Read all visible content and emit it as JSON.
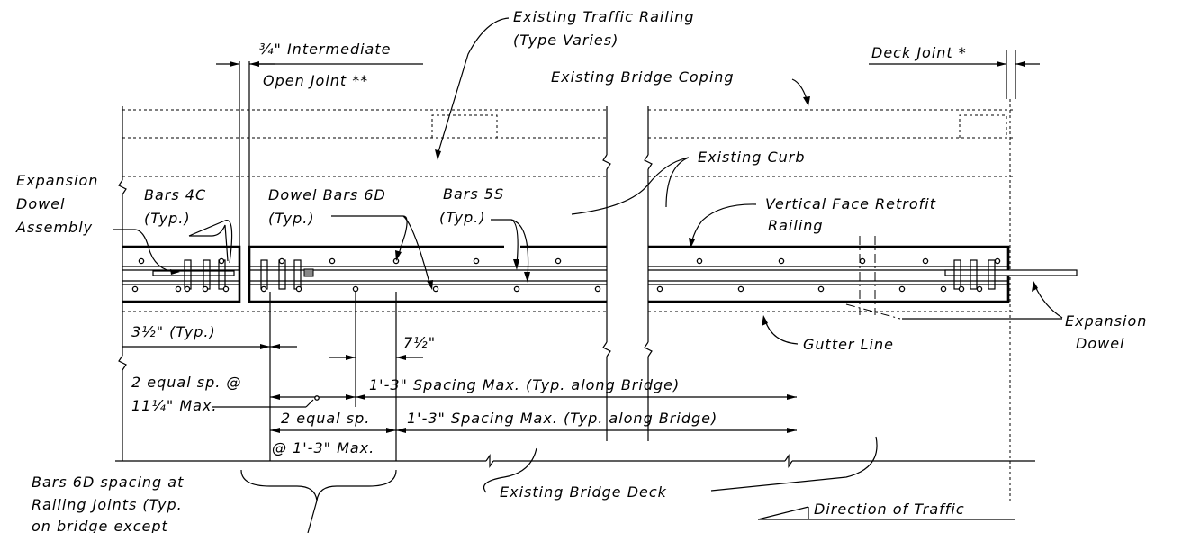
{
  "labels": {
    "existing_traffic_railing_1": "Existing Traffic Railing",
    "existing_traffic_railing_2": "(Type Varies)",
    "intermediate_joint_1": "¾\" Intermediate",
    "intermediate_joint_2": "Open Joint **",
    "deck_joint": "Deck Joint *",
    "existing_bridge_coping": "Existing Bridge Coping",
    "existing_curb": "Existing Curb",
    "expansion_dowel_assembly_1": "Expansion",
    "expansion_dowel_assembly_2": "Dowel",
    "expansion_dowel_assembly_3": "Assembly",
    "bars_4c_1": "Bars 4C",
    "bars_4c_2": "(Typ.)",
    "dowel_bars_6d_1": "Dowel Bars 6D",
    "dowel_bars_6d_2": "(Typ.)",
    "bars_5s_1": "Bars 5S",
    "bars_5s_2": "(Typ.)",
    "vertical_face_1": "Vertical Face Retrofit",
    "vertical_face_2": "Railing",
    "dim_3_5": "3½\" (Typ.)",
    "dim_7_5": "7½\"",
    "gutter_line": "Gutter Line",
    "expansion_dowel_1": "Expansion",
    "expansion_dowel_2": "Dowel",
    "equal_sp_a_1": "2 equal sp. @",
    "equal_sp_a_2": "11¼\" Max.",
    "spacing_max_a": "1'-3\" Spacing Max. (Typ. along Bridge)",
    "equal_sp_b_1": "2 equal sp.",
    "equal_sp_b_2": "@ 1'-3\" Max.",
    "spacing_max_b": "1'-3\" Spacing Max. (Typ. along Bridge)",
    "bars_6d_spacing_1": "Bars 6D spacing at",
    "bars_6d_spacing_2": "Railing Joints (Typ.",
    "bars_6d_spacing_3": "on bridge except",
    "existing_bridge_deck": "Existing Bridge Deck",
    "direction_of_traffic": "Direction of Traffic"
  }
}
